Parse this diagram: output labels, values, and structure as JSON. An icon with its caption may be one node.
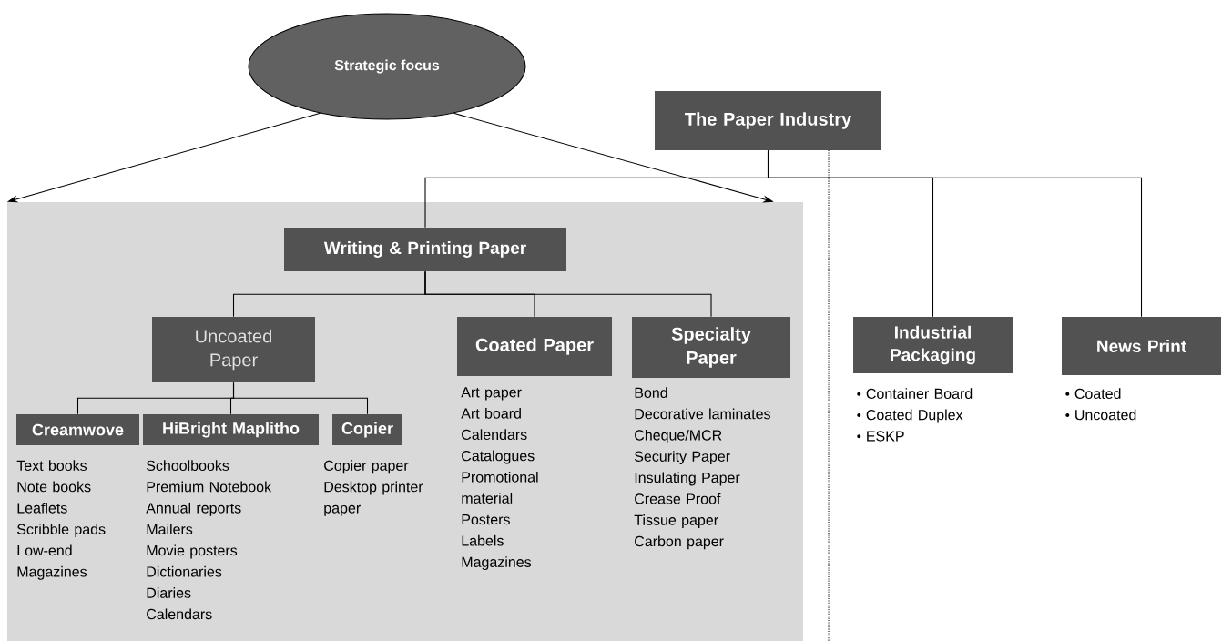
{
  "diagram": {
    "nodes": [
      {
        "text": [
          "Strategic focus"
        ]
      },
      {
        "text": [],
        "shape": "box"
      },
      {
        "text": [
          "The Paper Industry"
        ]
      },
      {
        "text": [
          "Writing & Printing Paper"
        ],
        "in": 1
      },
      {
        "text": [
          "Uncoated Paper"
        ],
        "in": 1
      },
      {
        "text": [
          "Coated Paper"
        ],
        "in": 1,
        "beside": [
          "Art paper",
          "Art board",
          "Calendars",
          "Catalogues",
          "Promotional material",
          "Posters",
          "Labels",
          "Magazines"
        ]
      },
      {
        "text": [
          "Specialty Paper"
        ],
        "in": 1,
        "beside": [
          "Bond",
          "Decorative laminates",
          "Cheque/MCR",
          "Security Paper",
          "Insulating Paper",
          "Crease Proof",
          "Tissue paper",
          "Carbon paper"
        ]
      },
      {
        "text": [
          "Creamwove"
        ],
        "in": 1,
        "beside": [
          "Text books",
          "Note books",
          "Leaflets",
          "Scribble pads",
          "Low-end",
          "Magazines"
        ]
      },
      {
        "text": [
          "HiBright Maplitho"
        ],
        "in": 1,
        "beside": [
          "Schoolbooks",
          "Premium Notebook",
          "Annual reports",
          "Mailers",
          "Movie posters",
          "Dictionaries",
          "Diaries",
          "Calendars"
        ]
      },
      {
        "text": [
          "Copier"
        ],
        "in": 1,
        "beside": [
          "Copier paper",
          "Desktop printer paper"
        ]
      },
      {
        "text": [
          "Industrial Packaging"
        ],
        "beside": [
          "Container Board",
          "Coated Duplex",
          "ESKP"
        ]
      },
      {
        "text": [
          "News Print"
        ],
        "beside": [
          "Coated",
          "Uncoated"
        ]
      }
    ],
    "edges": [
      {
        "from": 0,
        "to": 1,
        "arrow": "to"
      },
      {
        "from": 0,
        "to": 1,
        "arrow": "to"
      },
      {
        "from": 2,
        "to": 3,
        "arrow": "none"
      },
      {
        "from": 2,
        "to": 10,
        "arrow": "none"
      },
      {
        "from": 2,
        "to": 11,
        "arrow": "none"
      },
      {
        "from": 3,
        "to": 4,
        "arrow": "none"
      },
      {
        "from": 3,
        "to": 5,
        "arrow": "none"
      },
      {
        "from": 3,
        "to": 6,
        "arrow": "none"
      },
      {
        "from": 4,
        "to": 7,
        "arrow": "none"
      },
      {
        "from": 4,
        "to": 8,
        "arrow": "none"
      },
      {
        "from": 4,
        "to": 9,
        "arrow": "none"
      }
    ]
  }
}
